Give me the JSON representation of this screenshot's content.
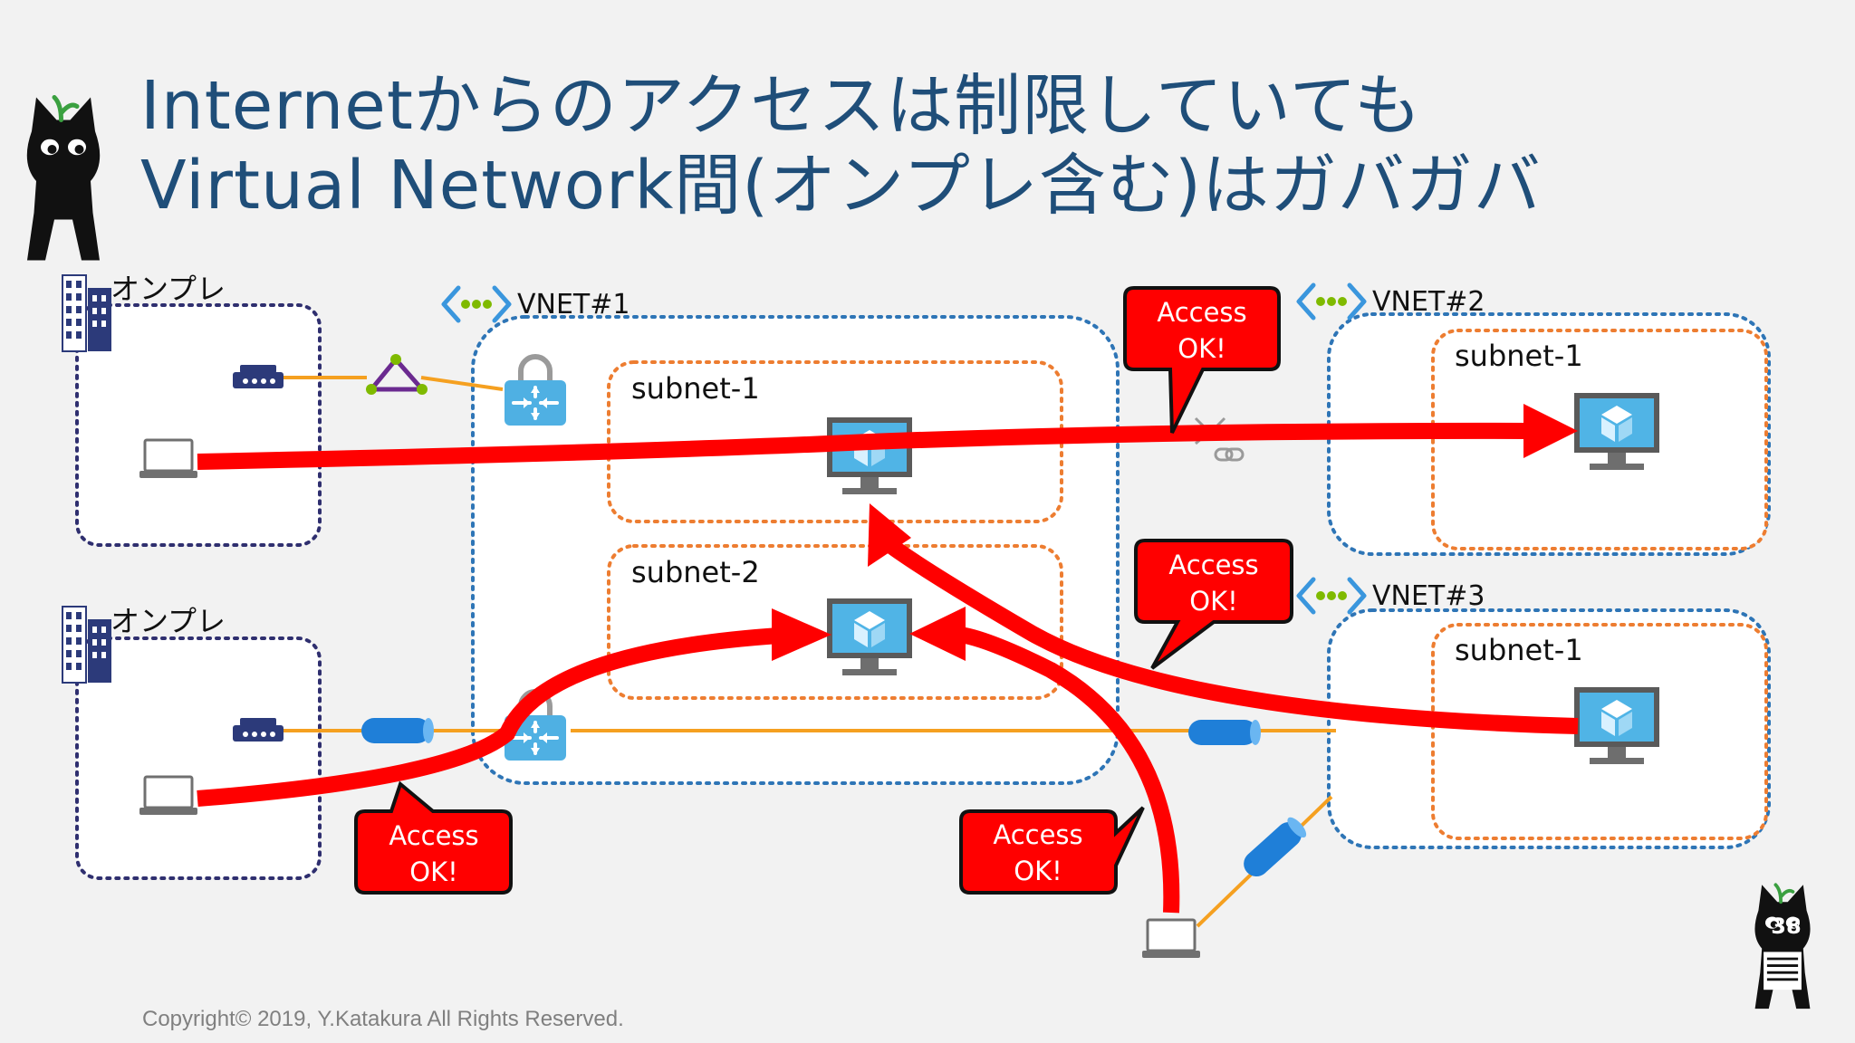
{
  "title": {
    "line1": "Internetからのアクセスは制限していても",
    "line2": "Virtual Network間(オンプレ含む)はガバガバ"
  },
  "onprem": [
    {
      "label": "オンプレ"
    },
    {
      "label": "オンプレ"
    }
  ],
  "vnets": [
    {
      "label": "VNET#1",
      "subnets": [
        "subnet-1",
        "subnet-2"
      ]
    },
    {
      "label": "VNET#2",
      "subnets": [
        "subnet-1"
      ]
    },
    {
      "label": "VNET#3",
      "subnets": [
        "subnet-1"
      ]
    }
  ],
  "callouts": [
    {
      "line1": "Access",
      "line2": "OK!"
    },
    {
      "line1": "Access",
      "line2": "OK!"
    },
    {
      "line1": "Access",
      "line2": "OK!"
    },
    {
      "line1": "Access",
      "line2": "OK!"
    }
  ],
  "page_number": "38",
  "copyright": "Copyright© 2019, Y.Katakura All Rights Reserved.",
  "colors": {
    "title": "#1f4e79",
    "arrow": "#ff0000",
    "callout": "#ff0000",
    "vnet_border": "#2e75b6",
    "subnet_border": "#ed7d31",
    "onprem_border": "#2f2f6f",
    "connection": "#f5a020"
  }
}
